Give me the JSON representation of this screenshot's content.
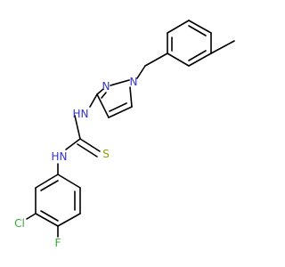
{
  "molecule": {
    "atoms": [
      {
        "id": "N1",
        "label": "N",
        "color": "#3333cc"
      },
      {
        "id": "N2",
        "label": "N",
        "color": "#3333cc"
      },
      {
        "id": "NH1",
        "label": "H",
        "sub": "N",
        "color": "#3333cc"
      },
      {
        "id": "NH2",
        "label": "H",
        "sub": "N",
        "color": "#3333cc"
      },
      {
        "id": "S",
        "label": "S",
        "color": "#999900"
      },
      {
        "id": "Cl",
        "label": "Cl",
        "color": "#33aa33"
      },
      {
        "id": "F",
        "label": "F",
        "color": "#33aa33"
      }
    ]
  },
  "colors": {
    "bond": "#000000",
    "nitrogen": "#3333cc",
    "sulfur": "#999900",
    "halogen": "#33aa33"
  }
}
